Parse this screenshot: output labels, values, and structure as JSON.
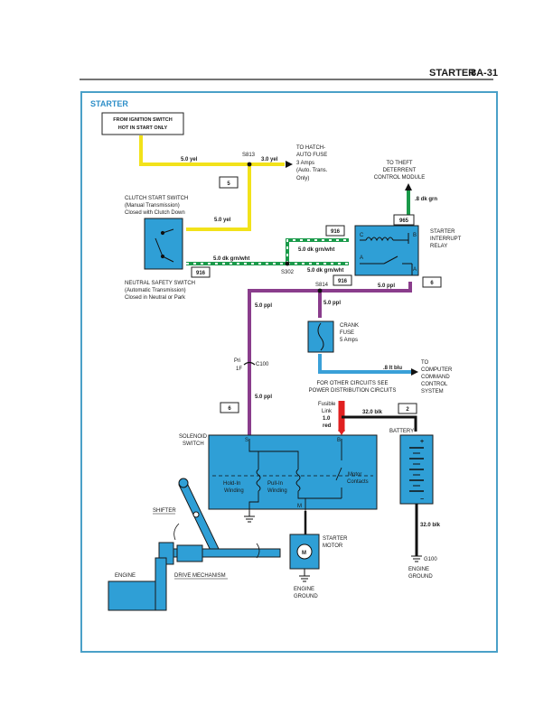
{
  "header": {
    "title": "STARTER",
    "page": "8A-31"
  },
  "panel_title": "STARTER",
  "source": {
    "l1": "FROM IGNITION SWITCH",
    "l2": "HOT IN START ONLY"
  },
  "wires": {
    "yel50_top": "5.0 yel",
    "yel30": "3.0 yel",
    "yel50_mid": "5.0 yel",
    "grnwht_mid": "5.0 dk grn/wht",
    "grnwht_upper": "5.0 dk grn/wht",
    "grnwht_lower": "5.0 dk grn/wht",
    "dkgrn": ".8 dk grn",
    "ppl_right": "5.0 ppl",
    "ppl_left": "5.0 ppl",
    "ppl_crank": "5.0 ppl",
    "ppl_solenoid": "5.0 ppl",
    "ltblu": ".8 lt blu",
    "blk_top": "32.0 blk",
    "blk_ground": "32.0 blk",
    "red": "1.0",
    "red2": "red"
  },
  "boxes": {
    "b5": "5",
    "b916a": "916",
    "b916b": "916",
    "b916c": "916",
    "b965": "965",
    "b6a": "6",
    "b6b": "6",
    "b2": "2"
  },
  "splices": {
    "s813": "S813",
    "s302": "S302",
    "s814": "S814"
  },
  "fuse_hatch": {
    "l1": "TO HATCH-",
    "l2": "AUTO FUSE",
    "l3": "3 Amps",
    "l4": "(Auto. Trans.",
    "l5": "Only)"
  },
  "theft": {
    "l1": "TO THEFT",
    "l2": "DETERRENT",
    "l3": "CONTROL MODULE"
  },
  "clutch": {
    "l1": "CLUTCH START SWITCH",
    "l2": "(Manual Transmission)",
    "l3": "Closed with Clutch Down"
  },
  "relay": {
    "l1": "STARTER",
    "l2": "INTERRUPT",
    "l3": "RELAY",
    "pin_c": "C",
    "pin_b": "B",
    "pin_a": "A",
    "pin_a2": "A"
  },
  "neutral": {
    "l1": "NEUTRAL SAFETY SWITCH",
    "l2": "(Automatic Transmission)",
    "l3": "Closed in Neutral or Park"
  },
  "crank": {
    "l1": "CRANK",
    "l2": "FUSE",
    "l3": "5 Amps"
  },
  "connector": {
    "l1": "Pri",
    "l2": "1F",
    "l3": "C100"
  },
  "computer": {
    "l1": "TO",
    "l2": "COMPUTER",
    "l3": "COMMAND",
    "l4": "CONTROL",
    "l5": "SYSTEM"
  },
  "other": {
    "l1": "FOR OTHER CIRCUITS SEE",
    "l2": "POWER DISTRIBUTION CIRCUITS"
  },
  "fusible": {
    "l1": "Fusible",
    "l2": "Link"
  },
  "solenoid": {
    "l1": "SOLENOID",
    "l2": "SWITCH",
    "term_s": "S",
    "term_b": "B",
    "term_m": "M",
    "hold1": "Hold-In",
    "hold2": "Winding",
    "pull1": "Pull-In",
    "pull2": "Winding",
    "motor1": "Motor",
    "motor2": "Contacts"
  },
  "battery": {
    "label": "BATTERY",
    "plus": "+",
    "minus": "−"
  },
  "ground_g100": "G100",
  "engine_ground_right": {
    "l1": "ENGINE",
    "l2": "GROUND"
  },
  "engine_ground_motor": {
    "l1": "ENGINE",
    "l2": "GROUND"
  },
  "starter_motor": {
    "l1": "STARTER",
    "l2": "MOTOR",
    "m": "M"
  },
  "shifter": "SHIFTER",
  "engine": "ENGINE",
  "drive": "DRIVE MECHANISM",
  "colors": {
    "panel_border": "#4aa0c8",
    "component": "#2f9fd6",
    "yellow": "#f2e21a",
    "green": "#1a9a4a",
    "purple": "#8a3d8c",
    "blue": "#3aa0d8",
    "red": "#e02020"
  }
}
